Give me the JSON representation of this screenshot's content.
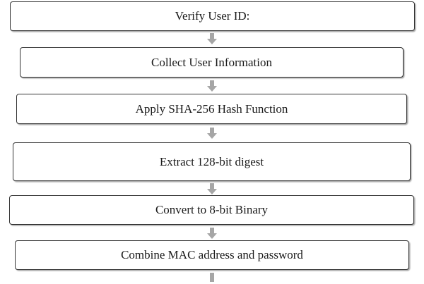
{
  "flowchart": {
    "steps": [
      {
        "label": "Verify User ID:"
      },
      {
        "label": "Collect User Information"
      },
      {
        "label": "Apply SHA-256 Hash Function"
      },
      {
        "label": "Extract 128-bit digest"
      },
      {
        "label": "Convert to 8-bit Binary"
      },
      {
        "label": "Combine MAC address and password"
      }
    ],
    "colors": {
      "box_border": "#333333",
      "arrow": "#a6a6a6",
      "text": "#1a1a1a",
      "background": "#ffffff"
    },
    "connector_icon": "down-arrow-icon"
  }
}
